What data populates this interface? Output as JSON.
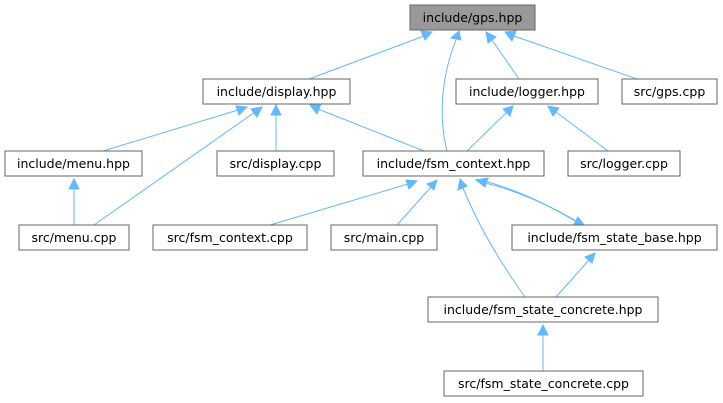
{
  "graph": {
    "edge_color": "#63b8ff",
    "root_fill": "#999999",
    "node_border": "#666666",
    "nodes": {
      "gps_hpp": {
        "label": "include/gps.hpp",
        "root": true
      },
      "display_hpp": {
        "label": "include/display.hpp"
      },
      "logger_hpp": {
        "label": "include/logger.hpp"
      },
      "gps_cpp": {
        "label": "src/gps.cpp"
      },
      "menu_hpp": {
        "label": "include/menu.hpp"
      },
      "display_cpp": {
        "label": "src/display.cpp"
      },
      "fsm_context_hpp": {
        "label": "include/fsm_context.hpp"
      },
      "logger_cpp": {
        "label": "src/logger.cpp"
      },
      "menu_cpp": {
        "label": "src/menu.cpp"
      },
      "fsm_context_cpp": {
        "label": "src/fsm_context.cpp"
      },
      "main_cpp": {
        "label": "src/main.cpp"
      },
      "fsm_state_base_hpp": {
        "label": "include/fsm_state_base.hpp"
      },
      "fsm_state_concrete_hpp": {
        "label": "include/fsm_state_concrete.hpp"
      },
      "fsm_state_concrete_cpp": {
        "label": "src/fsm_state_concrete.cpp"
      }
    },
    "edges": [
      {
        "from": "display_hpp",
        "to": "gps_hpp"
      },
      {
        "from": "fsm_context_hpp",
        "to": "gps_hpp"
      },
      {
        "from": "logger_hpp",
        "to": "gps_hpp"
      },
      {
        "from": "gps_cpp",
        "to": "gps_hpp"
      },
      {
        "from": "menu_hpp",
        "to": "display_hpp"
      },
      {
        "from": "display_cpp",
        "to": "display_hpp"
      },
      {
        "from": "menu_cpp",
        "to": "display_hpp"
      },
      {
        "from": "fsm_context_hpp",
        "to": "display_hpp"
      },
      {
        "from": "fsm_context_hpp",
        "to": "logger_hpp"
      },
      {
        "from": "logger_cpp",
        "to": "logger_hpp"
      },
      {
        "from": "menu_cpp",
        "to": "menu_hpp"
      },
      {
        "from": "fsm_context_cpp",
        "to": "fsm_context_hpp"
      },
      {
        "from": "main_cpp",
        "to": "fsm_context_hpp"
      },
      {
        "from": "fsm_state_base_hpp",
        "to": "fsm_context_hpp"
      },
      {
        "from": "fsm_state_concrete_hpp",
        "to": "fsm_context_hpp"
      },
      {
        "from": "fsm_context_hpp",
        "to": "fsm_state_base_hpp"
      },
      {
        "from": "fsm_state_concrete_hpp",
        "to": "fsm_state_base_hpp"
      },
      {
        "from": "fsm_state_concrete_cpp",
        "to": "fsm_state_concrete_hpp"
      }
    ]
  }
}
